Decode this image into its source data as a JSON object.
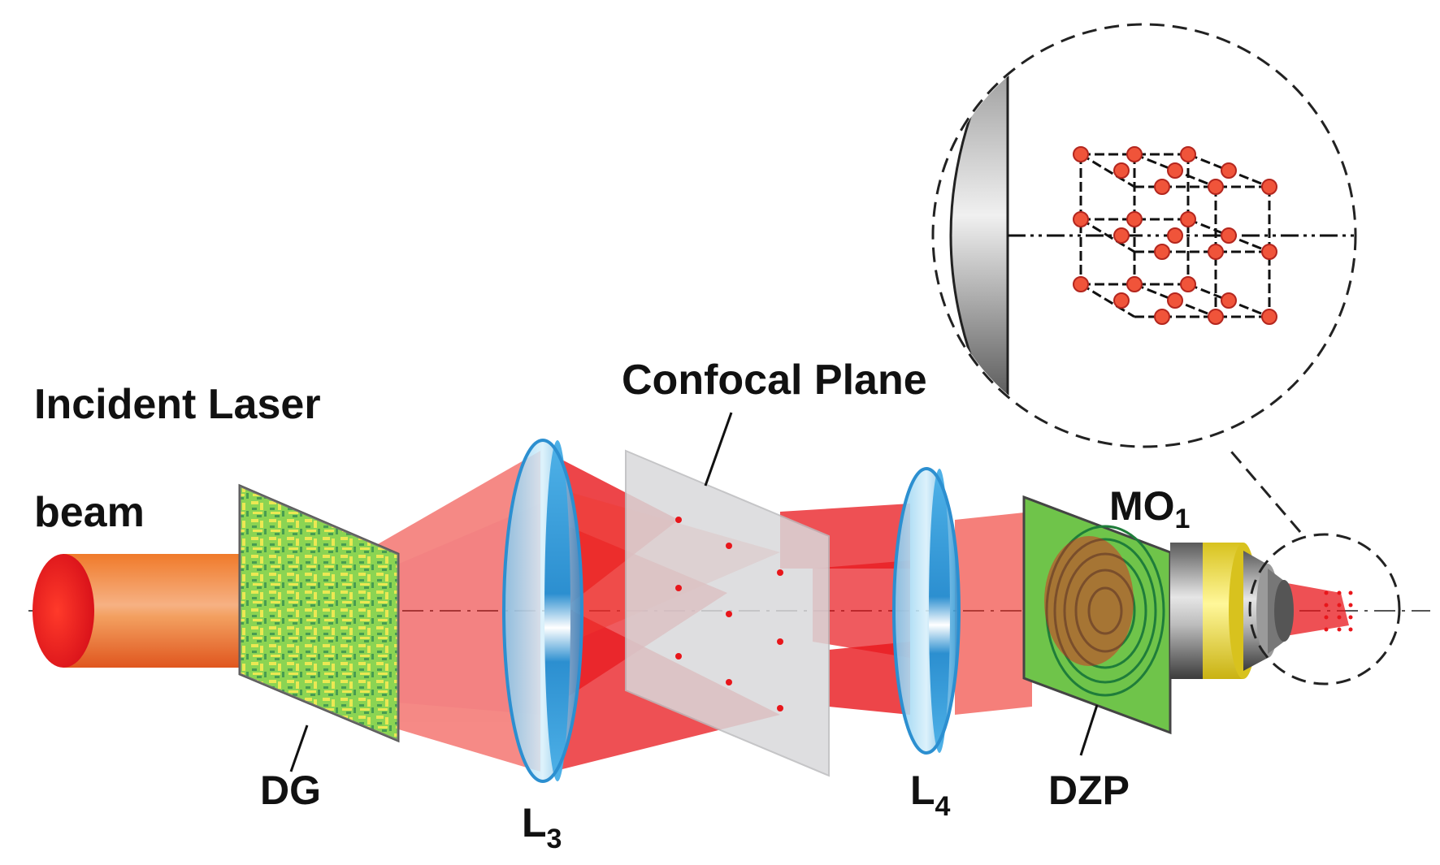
{
  "labels": {
    "incident_line1": "Incident Laser",
    "incident_line2": "beam",
    "confocal_plane": "Confocal Plane",
    "dg": "DG",
    "l3_main": "L",
    "l3_sub": "3",
    "l4_main": "L",
    "l4_sub": "4",
    "dzp": "DZP",
    "mo1_main": "MO",
    "mo1_sub": "1"
  },
  "colors": {
    "beam_red": "#e8161b",
    "beam_orange": "#f08a22",
    "grating_green": "#5fc33a",
    "grating_yellow": "#e8e23a",
    "lens_blue": "#3aa6e0",
    "plane_gray": "#d9d9db",
    "focal_dot": "#e8161b",
    "mo_yellow": "#f5e64a",
    "lattice_node": "#f0543a"
  },
  "icons": [
    "diffraction-grating-icon",
    "lens-icon",
    "zone-plate-icon",
    "microscope-objective-icon",
    "lattice-icon"
  ]
}
